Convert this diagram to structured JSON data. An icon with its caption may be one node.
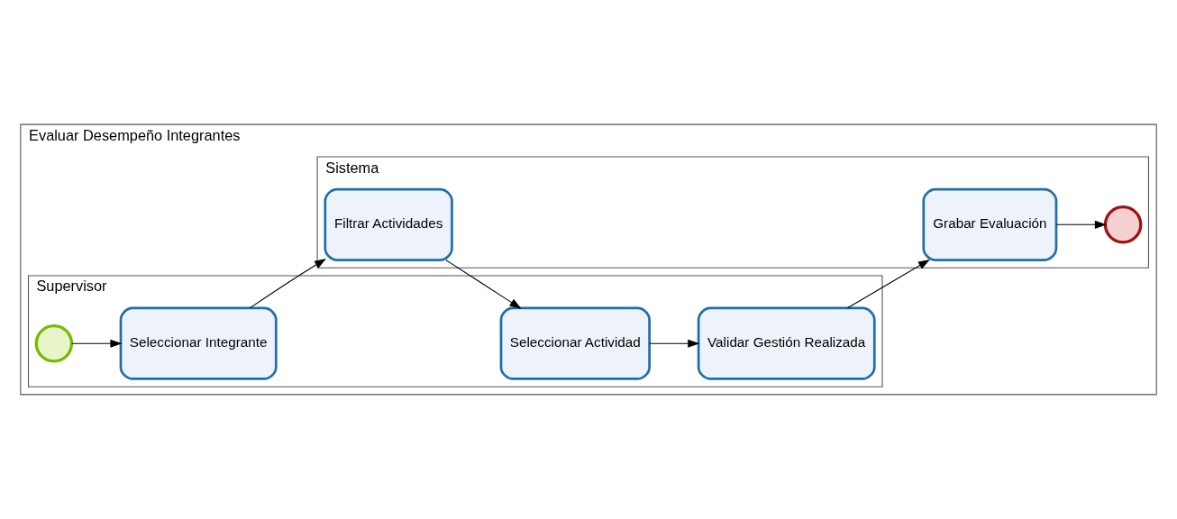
{
  "diagram": {
    "nodes": [
      {
        "text": [
          "Evaluar Desempeño Integrantes"
        ]
      },
      {
        "text": [
          "Supervisor"
        ],
        "in": 0
      },
      {
        "text": [
          "Sistema"
        ],
        "in": 0
      },
      {
        "text": [],
        "shape": "circle",
        "in": 1
      },
      {
        "text": [
          "Seleccionar Integrante"
        ],
        "in": 1
      },
      {
        "text": [
          "Seleccionar Actividad"
        ],
        "in": 1
      },
      {
        "text": [
          "Validar Gestión Realizada"
        ],
        "in": 1
      },
      {
        "text": [
          "Filtrar Actividades"
        ],
        "in": 2
      },
      {
        "text": [
          "Grabar Evaluación"
        ],
        "in": 2
      },
      {
        "text": [],
        "shape": "circle",
        "in": 2
      }
    ],
    "edges": [
      {
        "from": 3,
        "to": 4,
        "arrow": "to"
      },
      {
        "from": 4,
        "to": 7,
        "arrow": "to"
      },
      {
        "from": 7,
        "to": 5,
        "arrow": "to"
      },
      {
        "from": 5,
        "to": 6,
        "arrow": "to"
      },
      {
        "from": 6,
        "to": 8,
        "arrow": "to"
      },
      {
        "from": 8,
        "to": 9,
        "arrow": "to"
      }
    ]
  }
}
